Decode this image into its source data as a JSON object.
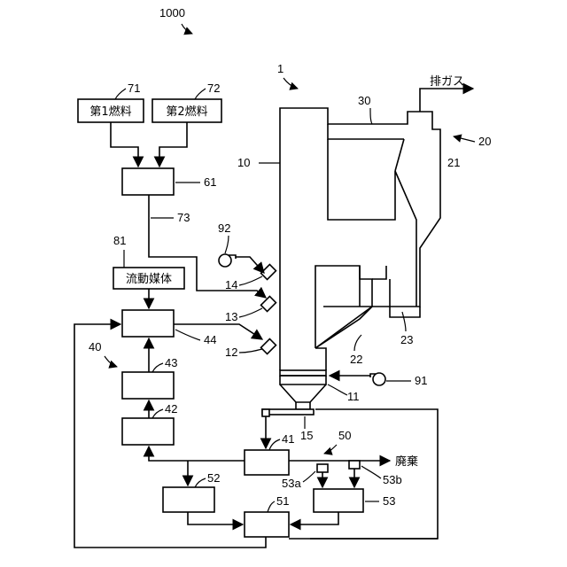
{
  "figure": {
    "label": "1000"
  },
  "labels": {
    "apparatus": "1",
    "furnace": "10",
    "flue": "30",
    "exhaust": "排ガス",
    "separator_group": "20",
    "cyclone": "21",
    "return_leg": "22",
    "return_loop": "23",
    "nozzle_low": "12",
    "nozzle_mid": "13",
    "nozzle_high": "14",
    "bottom": "11",
    "bottom_outlet": "15",
    "fan": "91",
    "blower": "92",
    "fuel1_ref": "71",
    "fuel2_ref": "72",
    "mixer_ref": "61",
    "line_ref": "73",
    "medium_ref": "81",
    "feeder_ref": "44",
    "unit43_ref": "43",
    "unit42_ref": "42",
    "group40_ref": "40",
    "unit41_ref": "41",
    "group50_ref": "50",
    "unit52_ref": "52",
    "unit51_ref": "51",
    "unit53_ref": "53",
    "ref53a": "53a",
    "ref53b": "53b",
    "waste": "廃棄"
  },
  "boxes": {
    "fuel1": "第1燃料",
    "fuel2": "第2燃料",
    "medium": "流動媒体"
  }
}
